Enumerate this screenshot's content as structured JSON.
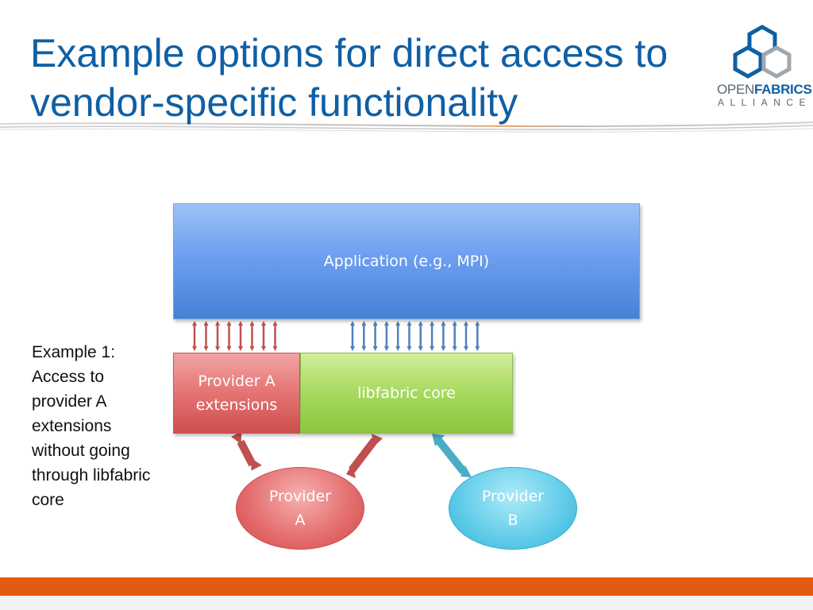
{
  "slide": {
    "title_lines": [
      "Example options for direct access to",
      "vendor-specific functionality"
    ]
  },
  "logo": {
    "word_open": "OPEN",
    "word_fabrics": "FABRICS",
    "sub": "ALLIANCE"
  },
  "diagram": {
    "application": {
      "line1": "Application (e.g., MPI)"
    },
    "provider_a_extensions": {
      "line1": "Provider A",
      "line2": "extensions"
    },
    "libfabric_core": {
      "line1": "libfabric core"
    },
    "provider_a": {
      "line1": "Provider",
      "line2": "A"
    },
    "provider_b": {
      "line1": "Provider",
      "line2": "B"
    }
  },
  "note": {
    "lines": [
      "Example 1:",
      "Access to",
      "provider A",
      "extensions",
      "without going",
      "through libfabric",
      "core"
    ]
  },
  "colors": {
    "title": "#0f5fa4",
    "footer": "#e35b0e",
    "red_arrow": "#c0504d",
    "blue_arrow": "#4f81bd",
    "cyan_arrow": "#4bacc6"
  }
}
